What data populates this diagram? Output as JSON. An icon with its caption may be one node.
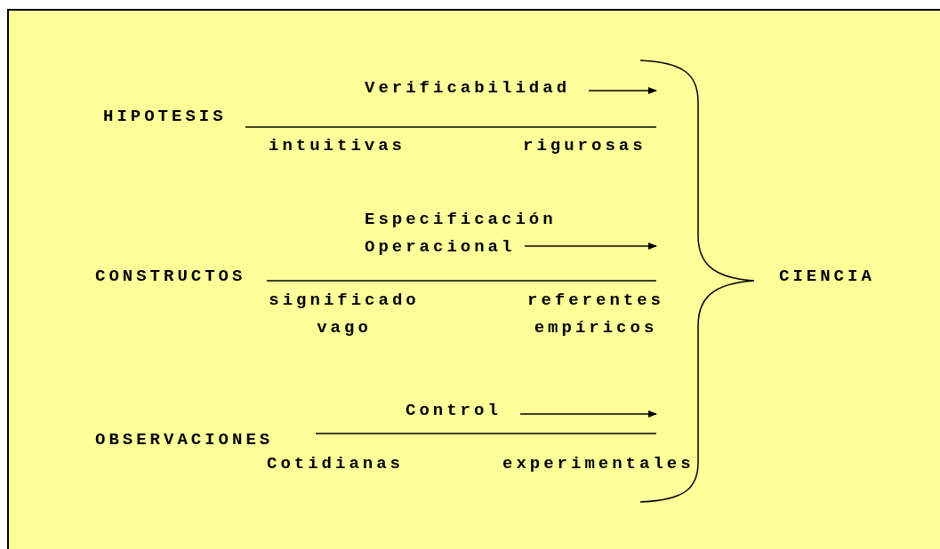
{
  "diagram": {
    "labels": [
      "Verificabilidad",
      "HIPOTESIS",
      "intuitivas",
      "rigurosas",
      "Especificación Operacional",
      "CONSTRUCTOS",
      "significado vago",
      "referentes empíricos",
      "Control",
      "OBSERVACIONES",
      "Cotidianas",
      "experimentales",
      "CIENCIA"
    ]
  }
}
